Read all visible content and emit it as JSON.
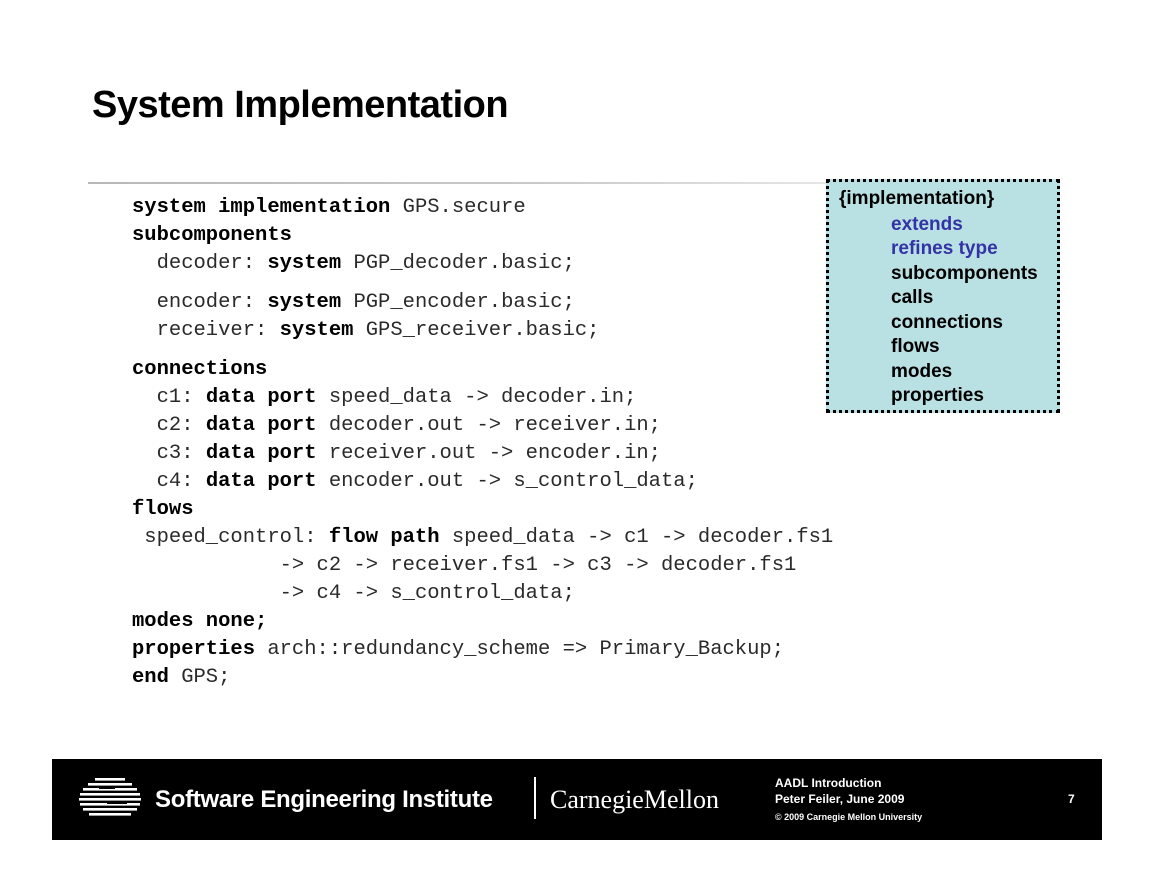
{
  "slide": {
    "title": "System Implementation"
  },
  "code": [
    [
      {
        "t": "system implementation",
        "k": 1
      },
      {
        "t": " GPS.secure"
      }
    ],
    [
      {
        "t": "subcomponents",
        "k": 1
      }
    ],
    [
      {
        "t": "  decoder: "
      },
      {
        "t": "system",
        "k": 1
      },
      {
        "t": " PGP_decoder.basic;"
      }
    ],
    [
      {
        "t": "  encoder: "
      },
      {
        "t": "system",
        "k": 1
      },
      {
        "t": " PGP_encoder.basic;"
      }
    ],
    [
      {
        "t": "  receiver: "
      },
      {
        "t": "system",
        "k": 1
      },
      {
        "t": " GPS_receiver.basic;"
      }
    ],
    [
      {
        "t": "connections",
        "k": 1
      }
    ],
    [
      {
        "t": "  c1: "
      },
      {
        "t": "data port",
        "k": 1
      },
      {
        "t": " speed_data -> decoder.in;"
      }
    ],
    [
      {
        "t": "  c2: "
      },
      {
        "t": "data port",
        "k": 1
      },
      {
        "t": " decoder.out -> receiver.in;"
      }
    ],
    [
      {
        "t": "  c3: "
      },
      {
        "t": "data port",
        "k": 1
      },
      {
        "t": " receiver.out -> encoder.in;"
      }
    ],
    [
      {
        "t": "  c4: "
      },
      {
        "t": "data port",
        "k": 1
      },
      {
        "t": " encoder.out -> s_control_data;"
      }
    ],
    [
      {
        "t": "flows",
        "k": 1
      }
    ],
    [
      {
        "t": " speed_control: "
      },
      {
        "t": "flow path",
        "k": 1
      },
      {
        "t": " speed_data -> c1 -> decoder.fs1"
      }
    ],
    [
      {
        "t": "            -> c2 -> receiver.fs1 -> c3 -> decoder.fs1"
      }
    ],
    [
      {
        "t": "            -> c4 -> s_control_data;"
      }
    ],
    [
      {
        "t": "modes none;",
        "k": 1
      }
    ],
    [
      {
        "t": "properties",
        "k": 1
      },
      {
        "t": " arch::redundancy_scheme => Primary_Backup;"
      }
    ],
    [
      {
        "t": "end",
        "k": 1
      },
      {
        "t": " GPS;"
      }
    ]
  ],
  "sidebox": {
    "header": "{implementation}",
    "items": [
      {
        "label": "extends",
        "color": "#3333a6"
      },
      {
        "label": "refines type",
        "color": "#3333a6"
      },
      {
        "label": "subcomponents",
        "color": "#000000"
      },
      {
        "label": "calls",
        "color": "#000000"
      },
      {
        "label": "connections",
        "color": "#000000"
      },
      {
        "label": "flows",
        "color": "#000000"
      },
      {
        "label": "modes",
        "color": "#000000"
      },
      {
        "label": "properties",
        "color": "#000000"
      }
    ]
  },
  "footer": {
    "institute": "Software Engineering Institute",
    "university_logo": "CarnegieMellon",
    "course": "AADL Introduction",
    "author_date": "Peter Feiler, June 2009",
    "copyright": "© 2009 Carnegie Mellon University",
    "page_number": "7"
  }
}
